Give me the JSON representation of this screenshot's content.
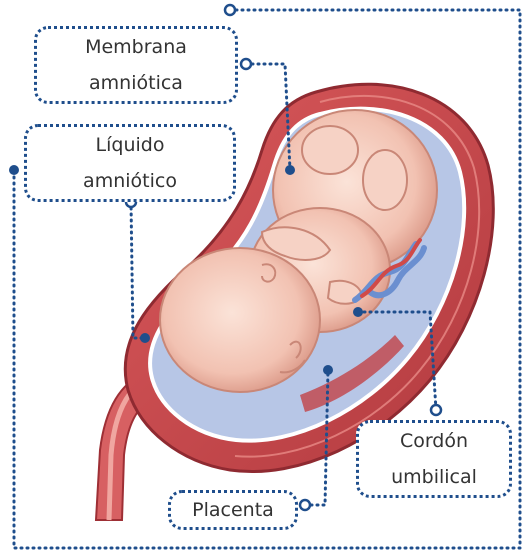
{
  "labels": {
    "membrana_line1": "Membrana",
    "membrana_line2": "amniótica",
    "liquido_line1": "Líquido",
    "liquido_line2": "amniótico",
    "cordon_line1": "Cordón",
    "cordon_line2": "umbilical",
    "placenta": "Placenta"
  },
  "colors": {
    "leader_line": "#1f4e8c",
    "uterus_wall": "#c9464a",
    "amniotic_fluid": "#b7c6e6",
    "fetus_skin": "#f4c7b9",
    "umbilical_cord": "#6b8fd0"
  }
}
